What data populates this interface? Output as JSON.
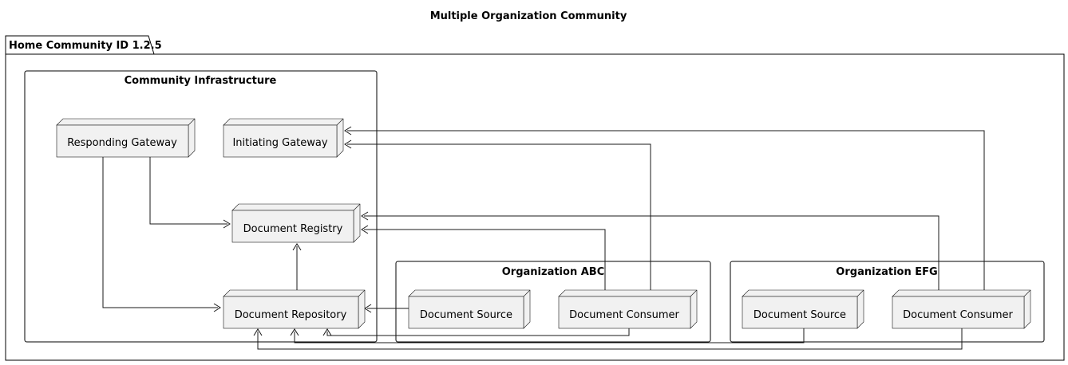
{
  "diagram": {
    "title": "Multiple Organization Community",
    "package": {
      "label": "Home Community ID 1.2.5"
    },
    "groups": {
      "community_infrastructure": {
        "label": "Community Infrastructure"
      },
      "org_abc": {
        "label": "Organization ABC"
      },
      "org_efg": {
        "label": "Organization EFG"
      }
    },
    "nodes": {
      "responding_gateway": {
        "label": "Responding Gateway"
      },
      "initiating_gateway": {
        "label": "Initiating Gateway"
      },
      "document_registry": {
        "label": "Document Registry"
      },
      "document_repository": {
        "label": "Document Repository"
      },
      "abc_document_source": {
        "label": "Document Source"
      },
      "abc_document_consumer": {
        "label": "Document Consumer"
      },
      "efg_document_source": {
        "label": "Document Source"
      },
      "efg_document_consumer": {
        "label": "Document Consumer"
      }
    },
    "edges": [
      {
        "from": "Responding Gateway",
        "to": "Document Registry"
      },
      {
        "from": "Responding Gateway",
        "to": "Document Repository"
      },
      {
        "from": "Document Repository",
        "to": "Document Registry"
      },
      {
        "from": "Organization ABC / Document Source",
        "to": "Document Repository"
      },
      {
        "from": "Organization ABC / Document Consumer",
        "to": "Initiating Gateway"
      },
      {
        "from": "Organization ABC / Document Consumer",
        "to": "Document Registry"
      },
      {
        "from": "Organization ABC / Document Consumer",
        "to": "Document Repository"
      },
      {
        "from": "Organization EFG / Document Consumer",
        "to": "Initiating Gateway"
      },
      {
        "from": "Organization EFG / Document Consumer",
        "to": "Document Registry"
      },
      {
        "from": "Organization EFG / Document Consumer",
        "to": "Document Repository"
      },
      {
        "from": "Organization EFG / Document Source",
        "to": "Document Repository"
      }
    ]
  }
}
